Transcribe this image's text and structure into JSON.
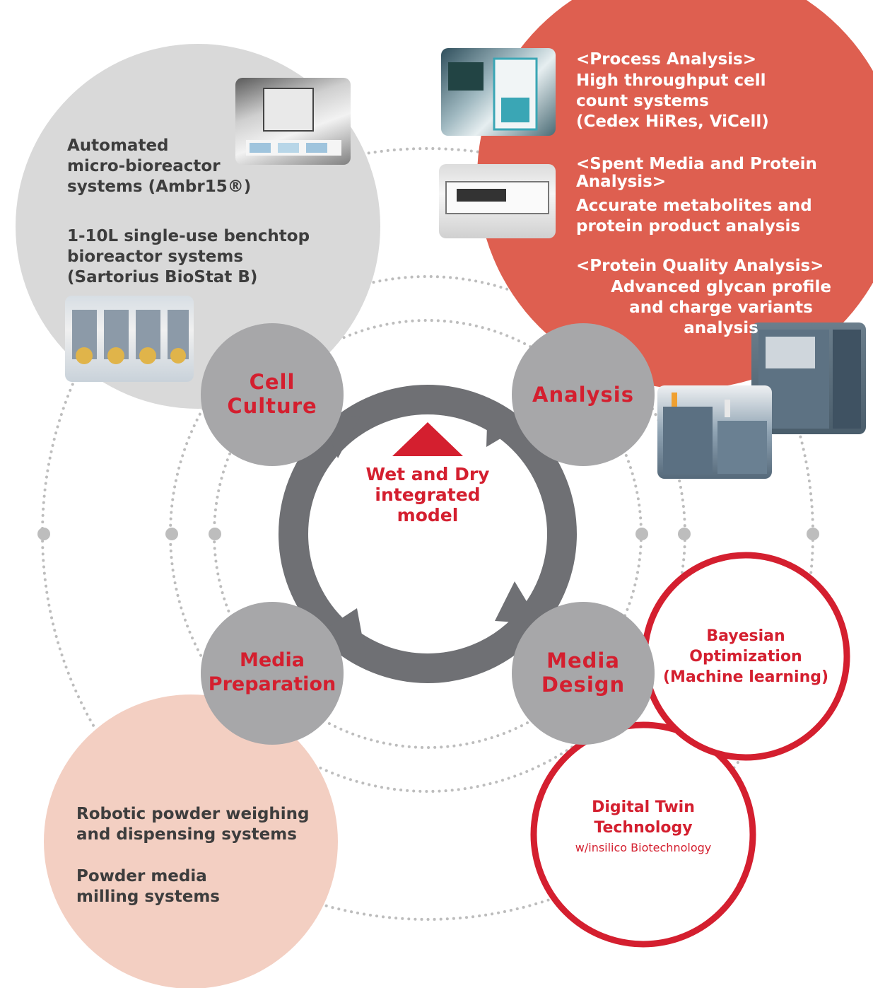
{
  "colors": {
    "accent_red": "#d41f2f",
    "analysis_bubble": "#de5f50",
    "culture_bubble": "#d9d9d9",
    "prep_bubble": "#f3cfc2",
    "node_gray": "#a7a7a9",
    "arrow_gray": "#6f7074",
    "dot_gray": "#bdbdbd"
  },
  "cycle": {
    "center_text": "Wet and Dry\nintegrated\nmodel",
    "nodes": {
      "cell_culture": "Cell\nCulture",
      "analysis": "Analysis",
      "media_design": "Media\nDesign",
      "media_preparation": "Media\nPreparation"
    }
  },
  "cell_culture_panel": {
    "item1": "Automated\nmicro-bioreactor\nsystems (Ambr15®)",
    "item2": "1-10L single-use benchtop\nbioreactor systems\n(Sartorius BioStat B)"
  },
  "analysis_panel": {
    "heading1": "<Process Analysis>",
    "item1": "High throughput cell\ncount systems\n(Cedex HiRes, ViCell)",
    "heading2": "<Spent Media and Protein\nAnalysis>",
    "item2": "Accurate metabolites and\nprotein product analysis",
    "heading3": "<Protein Quality Analysis>",
    "item3": "Advanced glycan profile\nand charge variants\nanalysis"
  },
  "media_design_panel": {
    "bayesian": "Bayesian\nOptimization\n(Machine learning)",
    "digital_twin": "Digital Twin\nTechnology",
    "digital_twin_sub": "w/insilico Biotechnology"
  },
  "media_prep_panel": {
    "item1": "Robotic powder weighing\nand dispensing systems",
    "item2": "Powder media\nmilling systems"
  },
  "icons": {
    "equipment_photos": [
      "ambr15-photo-icon",
      "biostat-photo-icon",
      "cell-counter-photo-icon",
      "metabolite-analyzer-photo-icon",
      "hplc-photo-icon",
      "lc-system-photo-icon"
    ],
    "direction_marker": "red-triangle-icon"
  }
}
